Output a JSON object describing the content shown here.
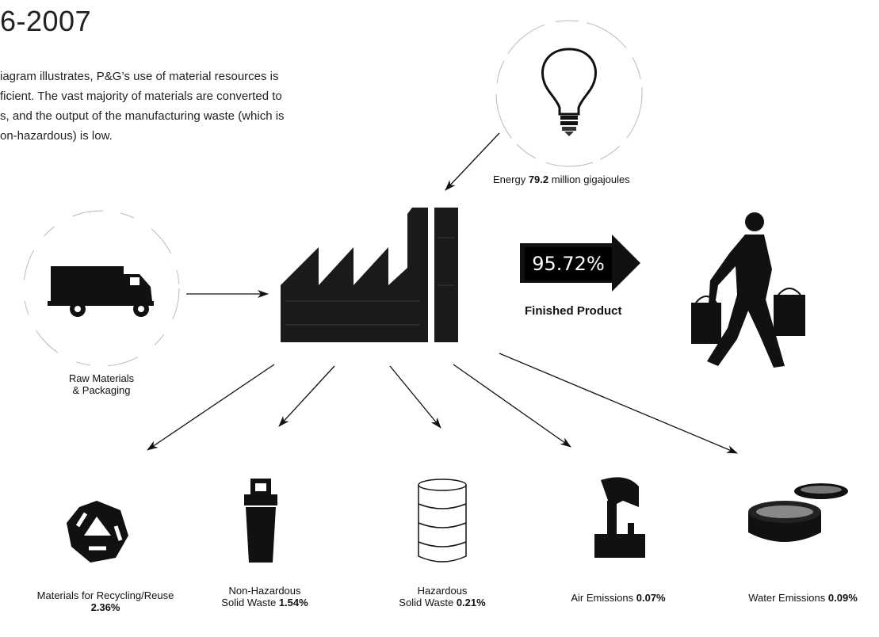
{
  "header": {
    "title": "6-2007",
    "intro_lines": [
      "iagram illustrates, P&G’s use of material resources is",
      "ficient. The vast majority of materials are converted to",
      "s, and the output of the manufacturing waste (which is",
      "on-hazardous) is low."
    ]
  },
  "energy": {
    "label": "Energy",
    "value": "79.2",
    "unit": "million gigajoules"
  },
  "raw_materials": {
    "line1": "Raw Materials",
    "line2": "& Packaging"
  },
  "finished_product": {
    "percent": "95.72%",
    "label": "Finished Product"
  },
  "outputs": [
    {
      "line1": "Materials for Recycling/Reuse",
      "value": "2.36%"
    },
    {
      "line1": "Non-Hazardous",
      "line2": "Solid Waste",
      "value": "1.54%"
    },
    {
      "line1": "Hazardous",
      "line2": "Solid Waste",
      "value": "0.21%"
    },
    {
      "line1": "Air Emissions",
      "value": "0.07%"
    },
    {
      "line1": "Water Emissions",
      "value": "0.09%"
    }
  ],
  "icons": [
    "lightbulb-icon",
    "truck-icon",
    "factory-icon",
    "shopper-icon",
    "recycle-icon",
    "trash-bin-icon",
    "barrel-icon",
    "smokestack-icon",
    "water-basin-icon"
  ]
}
